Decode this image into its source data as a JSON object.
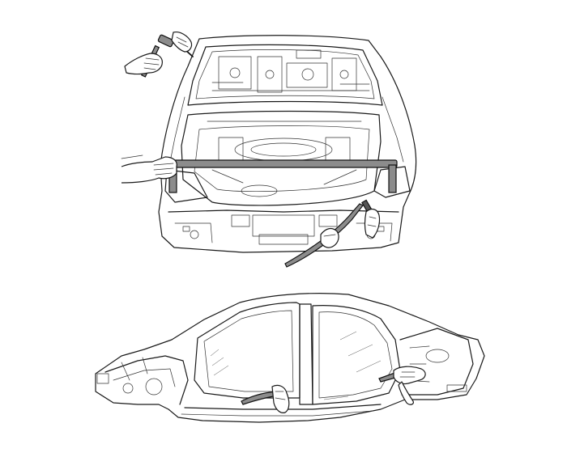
{
  "figure": {
    "panels": [
      {
        "name": "rear-view",
        "tools": [
          "hammer",
          "chisel",
          "body-pry-bar",
          "trim-pry-tool"
        ]
      },
      {
        "name": "side-view",
        "tools": [
          "trim-pry-tool",
          "trim-pry-tool"
        ]
      }
    ],
    "colors": {
      "line": "#1a1a1a",
      "tool_fill": "#8c8c8c",
      "background": "#ffffff"
    }
  }
}
